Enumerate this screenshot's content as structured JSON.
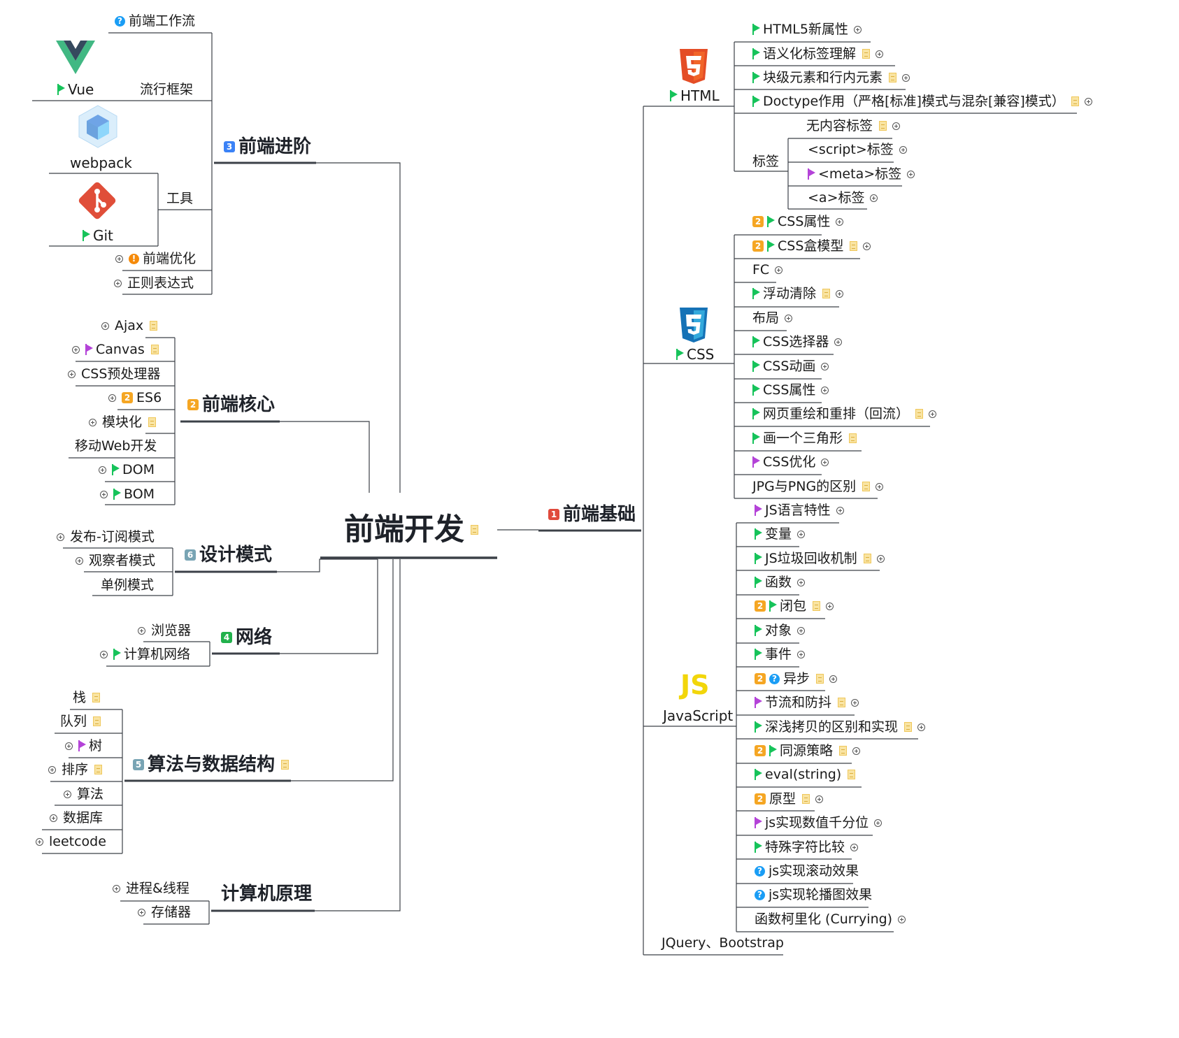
{
  "mindmap": {
    "title": "前端开发",
    "branches": [
      {
        "label": "前端基础",
        "priority": "1",
        "children": [
          {
            "label": "HTML",
            "children": [
              {
                "label": "HTML5新属性"
              },
              {
                "label": "语义化标签理解"
              },
              {
                "label": "块级元素和行内元素"
              },
              {
                "label": "Doctype作用（严格[标准]模式与混杂[兼容]模式）"
              },
              {
                "label": "标签",
                "children": [
                  {
                    "label": "无内容标签"
                  },
                  {
                    "label": "<script>标签"
                  },
                  {
                    "label": "<meta>标签"
                  },
                  {
                    "label": "<a>标签"
                  }
                ]
              }
            ]
          },
          {
            "label": "CSS",
            "children": [
              {
                "label": "CSS属性"
              },
              {
                "label": "CSS盒模型"
              },
              {
                "label": "FC"
              },
              {
                "label": "浮动清除"
              },
              {
                "label": "布局"
              },
              {
                "label": "CSS选择器"
              },
              {
                "label": "CSS动画"
              },
              {
                "label": "CSS属性"
              },
              {
                "label": "网页重绘和重排（回流）"
              },
              {
                "label": "画一个三角形"
              },
              {
                "label": "CSS优化"
              },
              {
                "label": "JPG与PNG的区别"
              }
            ]
          },
          {
            "label": "JavaScript",
            "logo_text": "JS",
            "children": [
              {
                "label": "JS语言特性"
              },
              {
                "label": "变量"
              },
              {
                "label": "JS垃圾回收机制"
              },
              {
                "label": "函数"
              },
              {
                "label": "闭包"
              },
              {
                "label": "对象"
              },
              {
                "label": "事件"
              },
              {
                "label": "异步"
              },
              {
                "label": "节流和防抖"
              },
              {
                "label": "深浅拷贝的区别和实现"
              },
              {
                "label": "同源策略"
              },
              {
                "label": "eval(string)"
              },
              {
                "label": "原型"
              },
              {
                "label": "js实现数值千分位"
              },
              {
                "label": "特殊字符比较"
              },
              {
                "label": "js实现滚动效果"
              },
              {
                "label": "js实现轮播图效果"
              },
              {
                "label": "函数柯里化 (Currying)"
              }
            ]
          },
          {
            "label": "JQuery、Bootstrap"
          }
        ]
      },
      {
        "label": "前端进阶",
        "priority": "3",
        "children": [
          {
            "label": "前端工作流"
          },
          {
            "label": "流行框架",
            "children": [
              {
                "label": "Vue"
              }
            ]
          },
          {
            "label": "工具",
            "children": [
              {
                "label": "webpack"
              },
              {
                "label": "Git"
              }
            ]
          },
          {
            "label": "前端优化"
          },
          {
            "label": "正则表达式"
          }
        ]
      },
      {
        "label": "前端核心",
        "priority": "2",
        "children": [
          {
            "label": "Ajax"
          },
          {
            "label": "Canvas"
          },
          {
            "label": "CSS预处理器"
          },
          {
            "label": "ES6"
          },
          {
            "label": "模块化"
          },
          {
            "label": "移动Web开发"
          },
          {
            "label": "DOM"
          },
          {
            "label": "BOM"
          }
        ]
      },
      {
        "label": "设计模式",
        "priority": "6",
        "children": [
          {
            "label": "发布-订阅模式"
          },
          {
            "label": "观察者模式"
          },
          {
            "label": "单例模式"
          }
        ]
      },
      {
        "label": "网络",
        "priority": "4",
        "children": [
          {
            "label": "浏览器"
          },
          {
            "label": "计算机网络"
          }
        ]
      },
      {
        "label": "算法与数据结构",
        "priority": "5",
        "children": [
          {
            "label": "栈"
          },
          {
            "label": "队列"
          },
          {
            "label": "树"
          },
          {
            "label": "排序"
          },
          {
            "label": "算法"
          },
          {
            "label": "数据库"
          },
          {
            "label": "leetcode"
          }
        ]
      },
      {
        "label": "计算机原理",
        "children": [
          {
            "label": "进程&线程"
          },
          {
            "label": "存储器"
          }
        ]
      }
    ]
  },
  "colors": {
    "line": "#3c4148",
    "flag_green": "#16c35a",
    "flag_purple": "#b443d8",
    "priority_1": "#e04a3c",
    "priority_2": "#f5a623",
    "priority_3": "#3b82f6",
    "priority_4": "#22b14c",
    "priority_5": "#78a4b4",
    "priority_6": "#78a4b4",
    "question": "#1a9df5",
    "warning": "#f58a0a",
    "html5_orange": "#e44d26",
    "css3_blue": "#1572b6",
    "js_yellow": "#f2d60a",
    "vue_green": "#41b883",
    "vue_dark": "#35495e",
    "webpack_blue": "#8ed6fb",
    "git_red": "#e04e39"
  },
  "icons": {
    "flag": "flag-icon",
    "note": "note-icon",
    "expand": "expand-icon",
    "question": "question-icon",
    "warning": "warning-icon",
    "html": "html5-logo-icon",
    "css": "css3-logo-icon",
    "vue": "vue-logo-icon",
    "webpack": "webpack-logo-icon",
    "git": "git-logo-icon"
  }
}
